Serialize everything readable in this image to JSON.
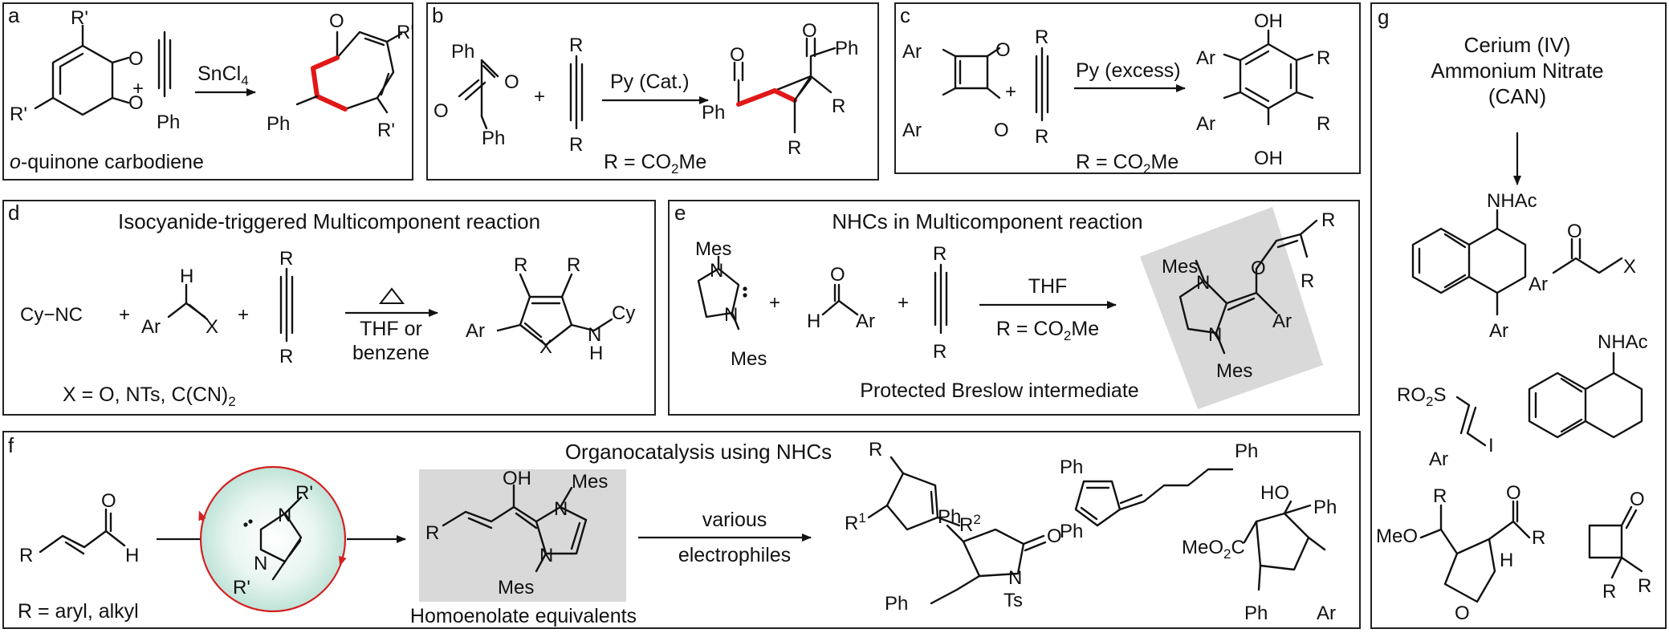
{
  "panels": {
    "a": {
      "label": "a",
      "reagent": "SnCl4",
      "caption_italic": "o",
      "caption_rest": "-quinone carbodiene",
      "atoms": {
        "r1": "R'",
        "r2": "R'",
        "o1": "O",
        "o2": "O",
        "ph": "Ph",
        "p_o": "O",
        "p_r1": "R'",
        "p_ph": "Ph",
        "p_r2": "R'"
      }
    },
    "b": {
      "label": "b",
      "reagent": "Py (Cat.)",
      "note": "R = CO2Me",
      "atoms": {
        "ph1": "Ph",
        "o1": "O",
        "o2": "O",
        "ph2": "Ph",
        "r1": "R",
        "r2": "R",
        "p_o1": "O",
        "p_ph1": "Ph",
        "p_o2": "O",
        "p_ph2": "Ph",
        "p_r1": "R",
        "p_r2": "R"
      }
    },
    "c": {
      "label": "c",
      "reagent": "Py (excess)",
      "note": "R = CO2Me",
      "atoms": {
        "ar1": "Ar",
        "ar2": "Ar",
        "o1": "O",
        "o2": "O",
        "r1": "R",
        "r2": "R",
        "p_oh1": "OH",
        "p_oh2": "OH",
        "p_ar1": "Ar",
        "p_ar2": "Ar",
        "p_r1": "R",
        "p_r2": "R"
      }
    },
    "d": {
      "label": "d",
      "title": "Isocyanide-triggered Multicomponent reaction",
      "cond1": "THF or",
      "cond2": "benzene",
      "note": "X = O, NTs, C(CN)2",
      "atoms": {
        "cync": "Cy−NC",
        "plus1": "+",
        "plus2": "+",
        "h": "H",
        "ar": "Ar",
        "x": "X",
        "r1": "R",
        "r2": "R",
        "p_r1": "R",
        "p_r2": "R",
        "p_ar": "Ar",
        "p_x": "X",
        "p_nh": "N",
        "p_h": "H",
        "p_cy": "Cy"
      }
    },
    "e": {
      "label": "e",
      "title": "NHCs in Multicomponent reaction",
      "reagent": "THF",
      "note": "R = CO2Me",
      "caption": "Protected Breslow intermediate",
      "atoms": {
        "mes1": "Mes",
        "n1": "N",
        "n2": "N",
        "mes2": "Mes",
        "plus1": "+",
        "plus2": "+",
        "o": "O",
        "h": "H",
        "ar": "Ar",
        "r1": "R",
        "r2": "R",
        "p_mes1": "Mes",
        "p_n1": "N",
        "p_n2": "N",
        "p_mes2": "Mes",
        "p_o": "O",
        "p_ar": "Ar",
        "p_r1": "R",
        "p_r2": "R"
      }
    },
    "f": {
      "label": "f",
      "title": "Organocatalysis using NHCs",
      "note": "R = aryl, alkyl",
      "arrow_top": "various",
      "arrow_bottom": "electrophiles",
      "caption": "Homoenolate equivalents",
      "atoms": {
        "r": "R",
        "o": "O",
        "h": "H",
        "cat_r1": "R'",
        "cat_n1": "N",
        "cat_n2": "N",
        "cat_r2": "R'",
        "hi_oh": "OH",
        "hi_r": "R",
        "hi_mes1": "Mes",
        "hi_n1": "N",
        "hi_n2": "N",
        "hi_mes2": "Mes",
        "cp_r": "R",
        "cp_r1": "R1",
        "cp_r2": "R2",
        "fv_ph1": "Ph",
        "fv_ph2": "Ph",
        "fv_ph3": "Ph",
        "lac_ph1": "Ph",
        "lac_ph2": "Ph",
        "lac_n": "N",
        "lac_ts": "Ts",
        "lac_o": "O",
        "cpn_ho": "HO",
        "cpn_ph1": "Ph",
        "cpn_ester": "MeO2C",
        "cpn_ph2": "Ph",
        "cpn_ar": "Ar"
      }
    },
    "g": {
      "label": "g",
      "title_line1": "Cerium (IV)",
      "title_line2": "Ammonium Nitrate",
      "title_line3": "(CAN)",
      "atoms": {
        "nhac1": "NHAc",
        "ar1": "Ar",
        "o": "O",
        "ar2": "Ar",
        "x": "X",
        "ro2s": "RO2S",
        "ar3": "Ar",
        "i": "I",
        "nhac2": "NHAc",
        "r1": "R",
        "meo": "MeO",
        "o2": "O",
        "h": "H",
        "r2": "R",
        "o3": "O",
        "cb_o": "O",
        "cb_r1": "R",
        "cb_r2": "R"
      }
    }
  },
  "colors": {
    "highlight_bond": "#e01818",
    "shaded_box": "#d9d9d9",
    "circle_edge": "#d42020"
  }
}
